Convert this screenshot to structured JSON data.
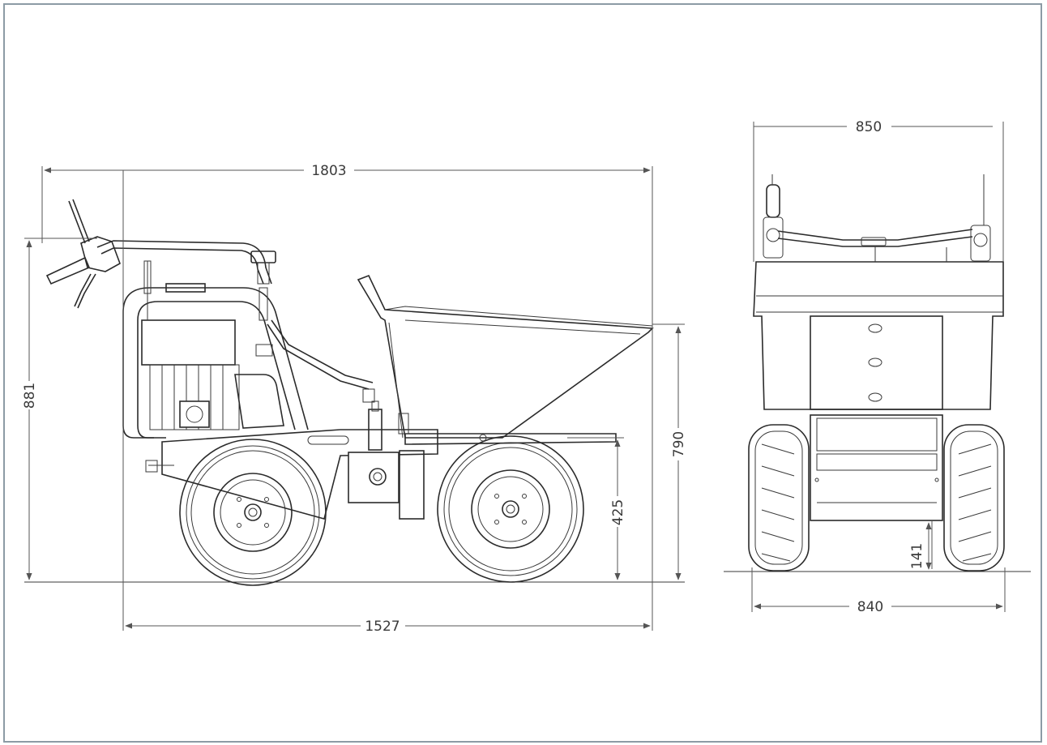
{
  "side_view": {
    "overall_length": "1803",
    "wheelbase_length": "1527",
    "overall_height": "881",
    "skip_height": "790",
    "axle_height": "425"
  },
  "front_view": {
    "top_width": "850",
    "track_width": "840",
    "ground_clearance": "141"
  },
  "colors": {
    "frame_border": "#8c9ba5",
    "line": "#2b2b2b",
    "dimension": "#555555"
  }
}
